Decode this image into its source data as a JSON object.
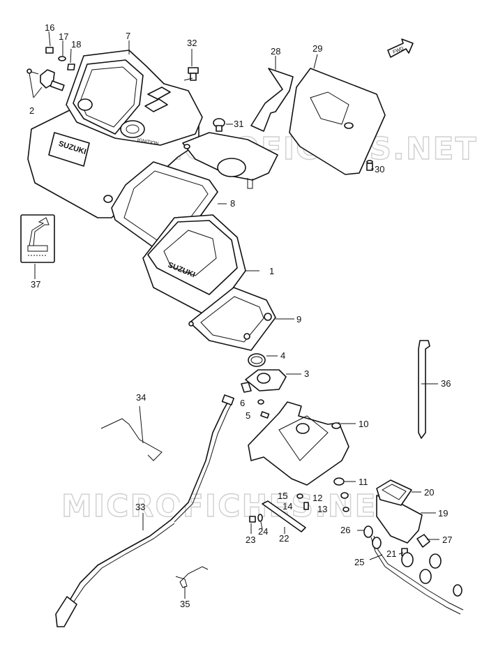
{
  "watermark": "MICROFICHES.NET",
  "fwd_arrow_text": "FWD",
  "case_brand": "SUZUKI",
  "ignition_text": "IGNITION",
  "callouts": {
    "p1": "1",
    "p2": "2",
    "p3": "3",
    "p4": "4",
    "p5": "5",
    "p6": "6",
    "p7": "7",
    "p8": "8",
    "p9": "9",
    "p10": "10",
    "p11": "11",
    "p12": "12",
    "p13": "13",
    "p14": "14",
    "p15": "15",
    "p16": "16",
    "p17": "17",
    "p18": "18",
    "p19": "19",
    "p20": "20",
    "p21": "21",
    "p22": "22",
    "p23": "23",
    "p24": "24",
    "p25": "25",
    "p26": "26",
    "p27": "27",
    "p28": "28",
    "p29": "29",
    "p30": "30",
    "p31": "31",
    "p32": "32",
    "p33": "33",
    "p34": "34",
    "p35": "35",
    "p36": "36",
    "p37": "37"
  }
}
